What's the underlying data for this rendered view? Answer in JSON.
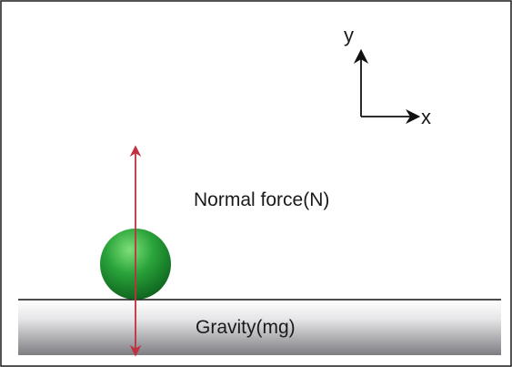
{
  "axes": {
    "y_label": "y",
    "x_label": "x"
  },
  "labels": {
    "normal_force": "Normal force(N)",
    "gravity": "Gravity(mg)"
  },
  "colors": {
    "border": "#1a1a1a",
    "arrow": "#c0303f",
    "ball_light": "#7ee07a",
    "ball_mid": "#2aa33a",
    "ball_dark": "#0c5e1c",
    "ground_light": "#ffffff",
    "ground_dark": "#7d7d82"
  }
}
